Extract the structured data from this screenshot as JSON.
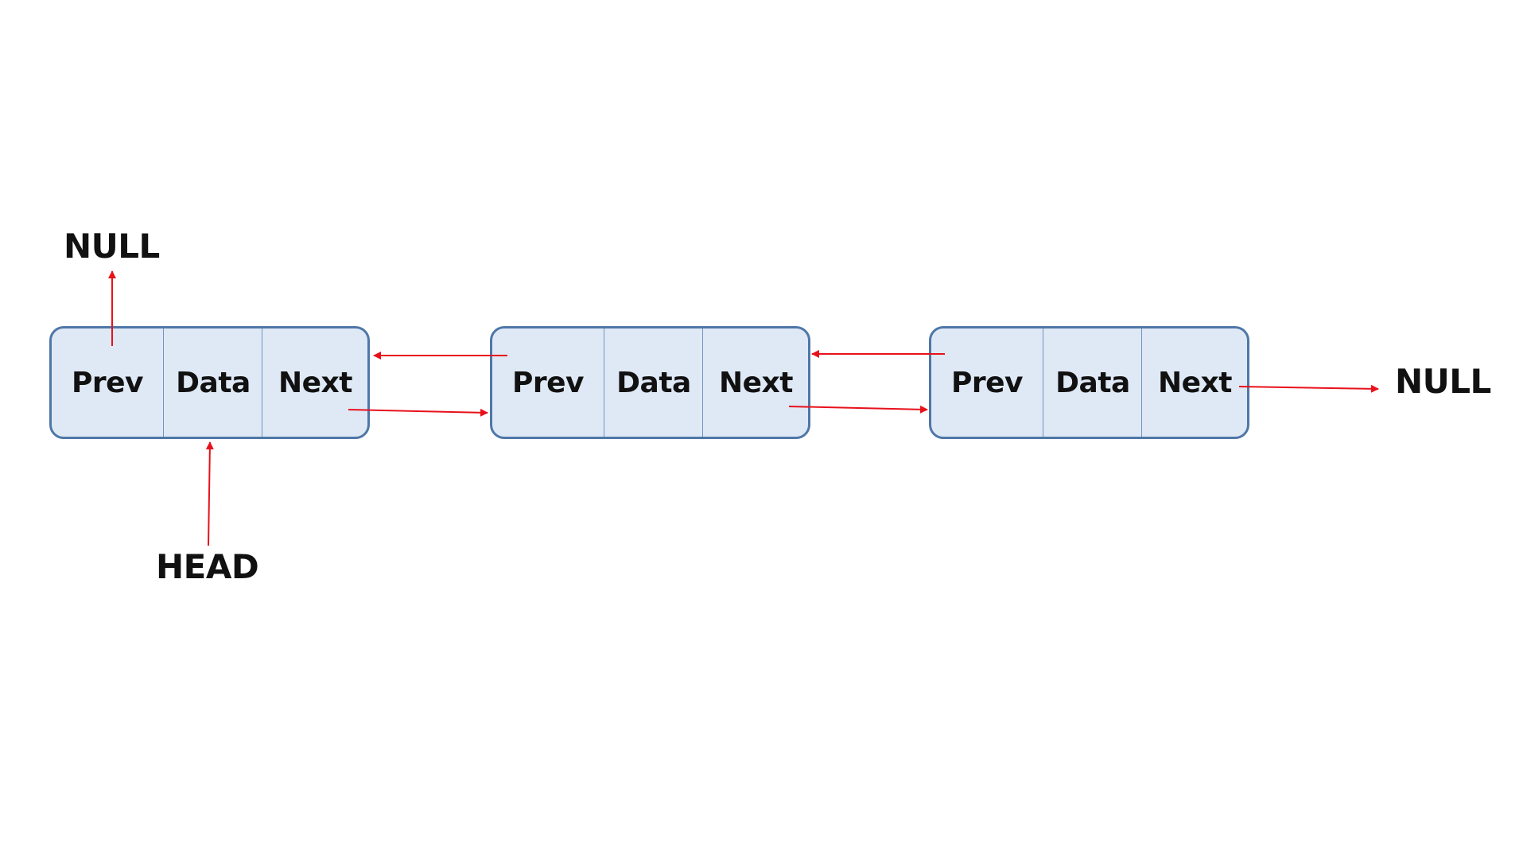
{
  "diagram": {
    "nodes": [
      {
        "prev": "Prev",
        "data": "Data",
        "next": "Next"
      },
      {
        "prev": "Prev",
        "data": "Data",
        "next": "Next"
      },
      {
        "prev": "Prev",
        "data": "Data",
        "next": "Next"
      }
    ],
    "labels": {
      "null_top": "NULL",
      "null_right": "NULL",
      "head": "HEAD"
    },
    "colors": {
      "node_fill": "#dfe9f6",
      "node_border": "#4f77a8",
      "arrow": "#e8111b",
      "text": "#111111"
    }
  }
}
